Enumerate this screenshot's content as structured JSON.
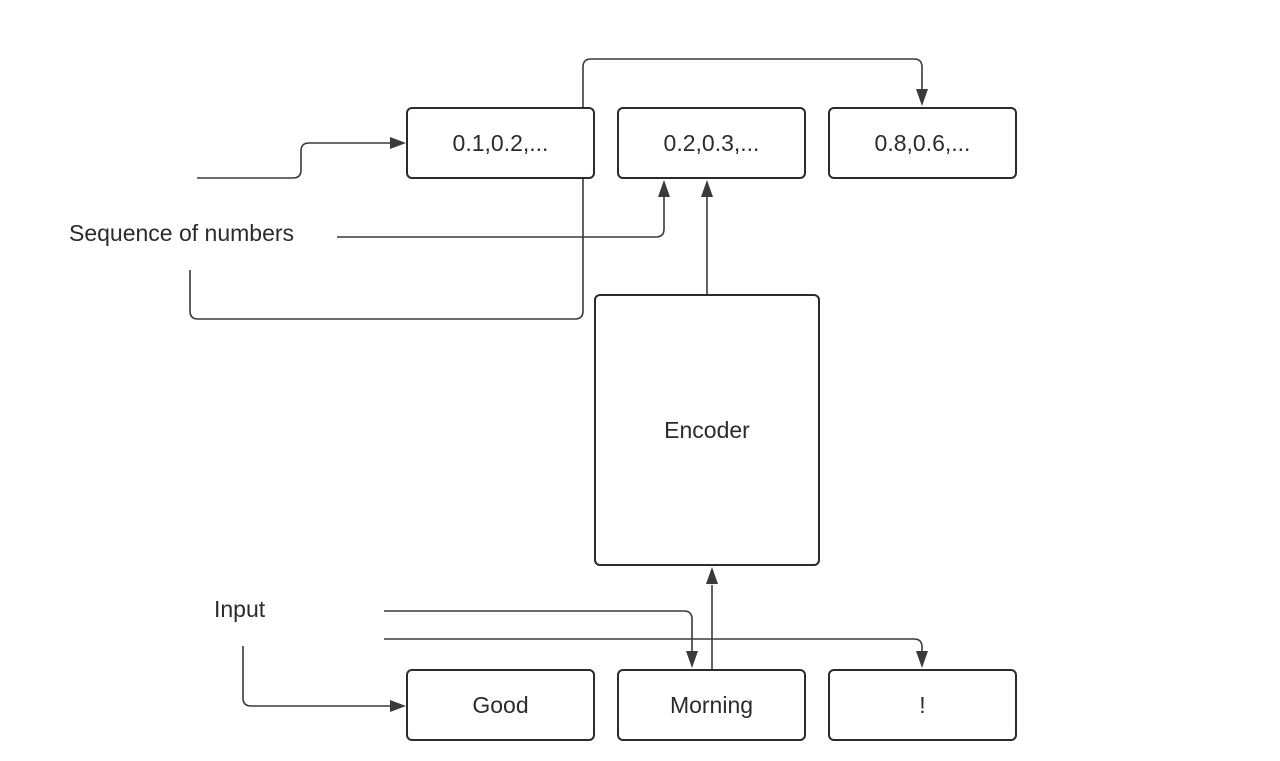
{
  "diagram": {
    "vector_boxes": [
      "0.1,0.2,...",
      "0.2,0.3,...",
      "0.8,0.6,..."
    ],
    "encoder_label": "Encoder",
    "token_boxes": [
      "Good",
      "Morning",
      "!"
    ],
    "sequence_label": "Sequence of numbers",
    "input_label": "Input",
    "line_color": "#3a3a3a"
  }
}
